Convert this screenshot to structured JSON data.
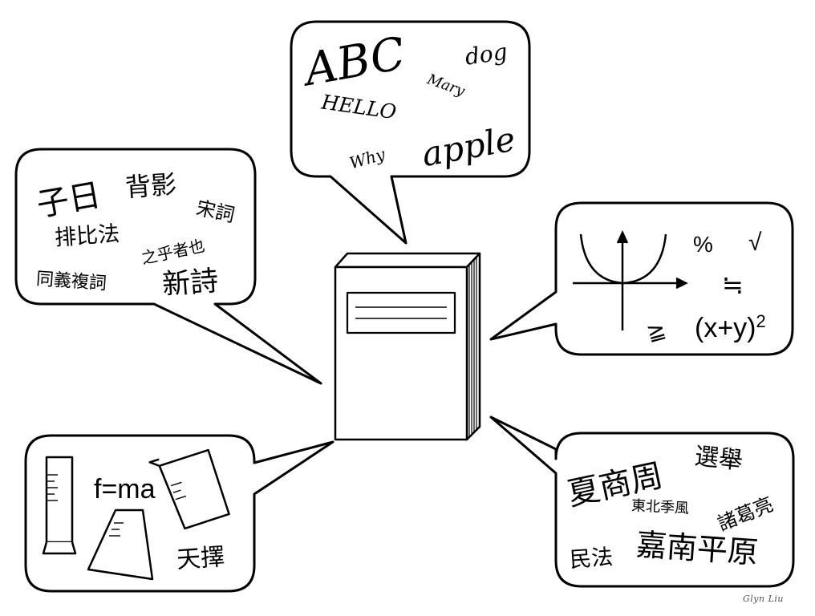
{
  "english_bubble": {
    "words": [
      "ABC",
      "dog",
      "Mary",
      "HELLO",
      "Why",
      "apple"
    ]
  },
  "chinese_bubble": {
    "words": [
      "子日",
      "背影",
      "宋詞",
      "排比法",
      "之乎者也",
      "同義複詞",
      "新詩"
    ]
  },
  "math_bubble": {
    "words": [
      "%",
      "√",
      "≒",
      "≧",
      "(x+y)",
      "2"
    ]
  },
  "science_bubble": {
    "words": [
      "f=ma",
      "天擇"
    ]
  },
  "social_bubble": {
    "words": [
      "夏商周",
      "選舉",
      "東北季風",
      "諸葛亮",
      "民法",
      "嘉南平原"
    ]
  },
  "signature": "Glyn Liu",
  "colors": {
    "ink": "#000000",
    "paper": "#ffffff",
    "book_spine_lines": "#333333"
  },
  "icons": [
    "book-icon",
    "parabola-graph-icon",
    "graduated-cylinder-icon",
    "beaker-icon",
    "flask-icon"
  ]
}
